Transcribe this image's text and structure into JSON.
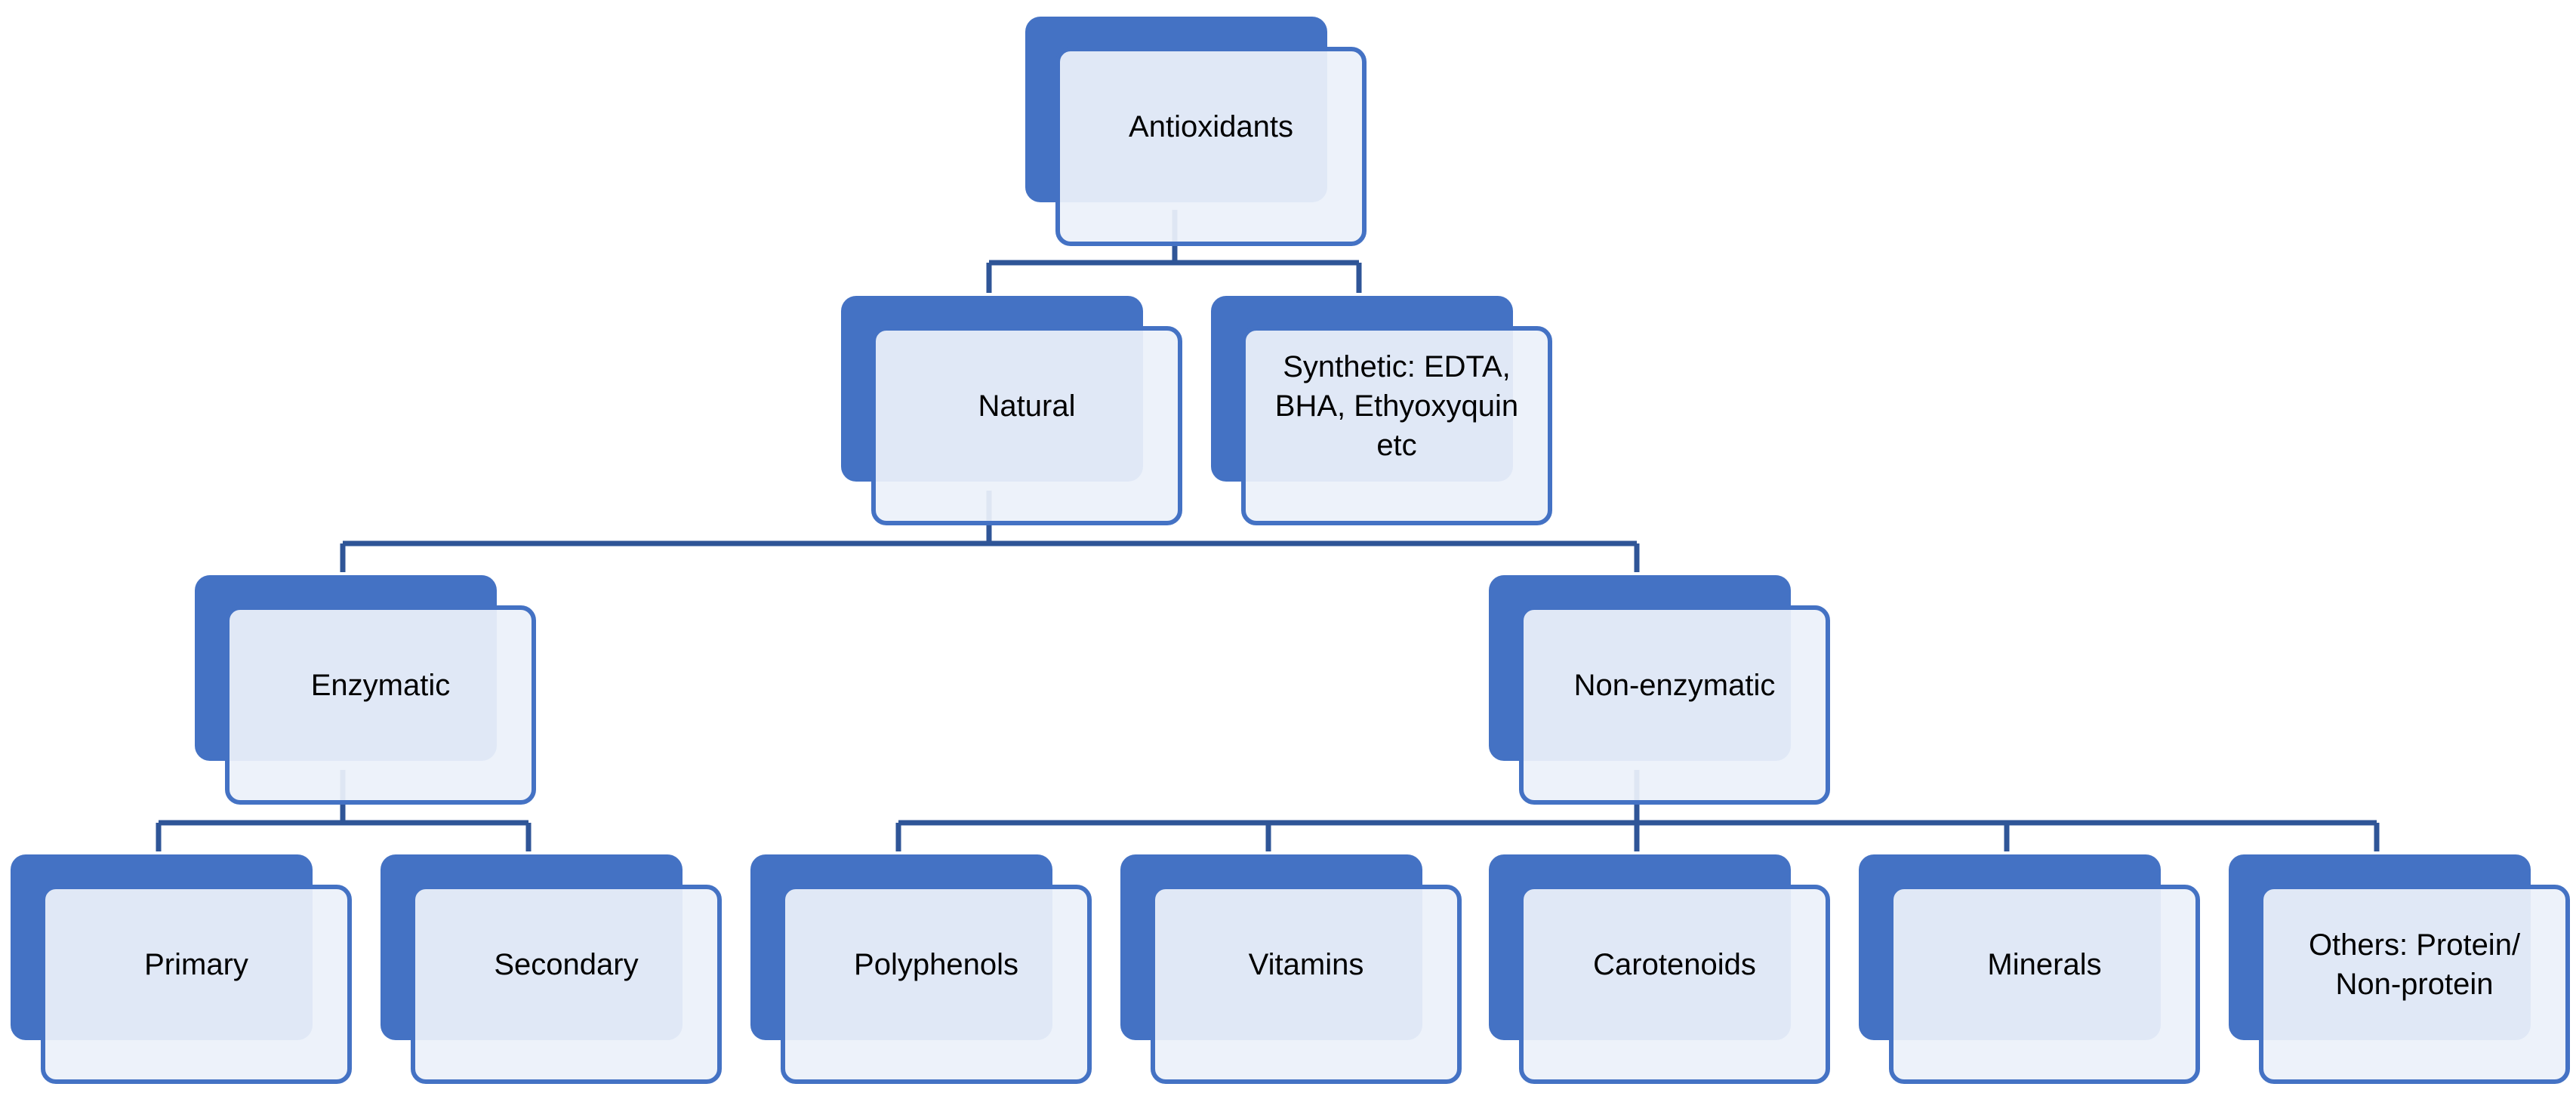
{
  "colors": {
    "accent": "#4472c4",
    "fill": "#ecf1fa",
    "connector": "#2f5597",
    "text": "#000000"
  },
  "nodes": {
    "antioxidants": "Antioxidants",
    "natural": "Natural",
    "synthetic": "Synthetic: EDTA,\nBHA, Ethyoxyquin\netc",
    "enzymatic": "Enzymatic",
    "non_enzymatic": "Non-enzymatic",
    "primary": "Primary",
    "secondary": "Secondary",
    "polyphenols": "Polyphenols",
    "vitamins": "Vitamins",
    "carotenoids": "Carotenoids",
    "minerals": "Minerals",
    "others": "Others: Protein/\nNon-protein"
  }
}
